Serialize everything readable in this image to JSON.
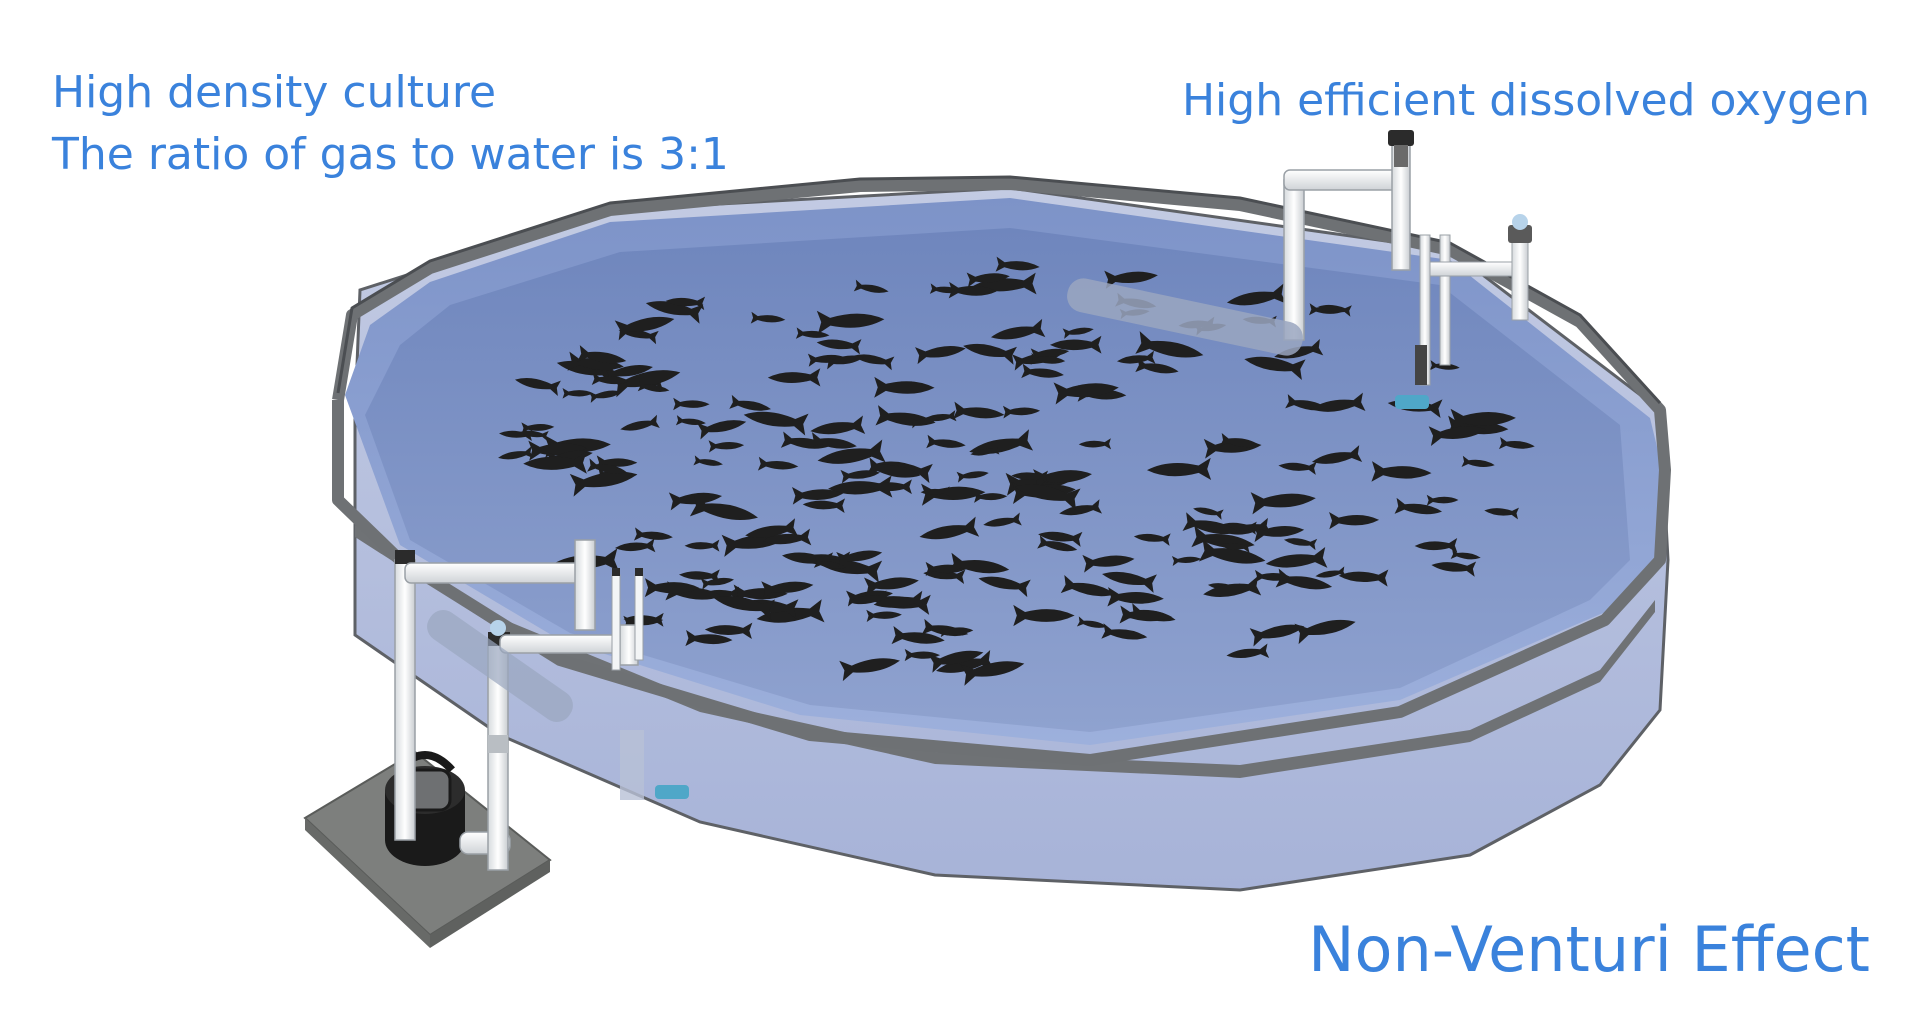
{
  "captions": {
    "top_left_line1": "High density culture",
    "top_left_line2": "The ratio of gas to water is 3:1",
    "top_right": "High efficient dissolved oxygen",
    "bottom_right": "Non-Venturi Effect"
  },
  "colors": {
    "caption_text": "#3a82dc",
    "tank_rim": "#6f7275",
    "tank_wall": "#a9b4d6",
    "water_surface": "#7f93c3",
    "fish": "#1f1f1f",
    "pipe": "#f3f5f6",
    "pump_body": "#1a1a1a",
    "pump_base": "#7d7f7d",
    "nozzle": "#4fa7c8"
  },
  "icons": {
    "tank": "aquaculture-tank-icon",
    "fish": "fish-icon",
    "pump": "water-pump-icon",
    "pipe": "pvc-pipe-icon",
    "nozzle": "aerator-nozzle-icon"
  }
}
